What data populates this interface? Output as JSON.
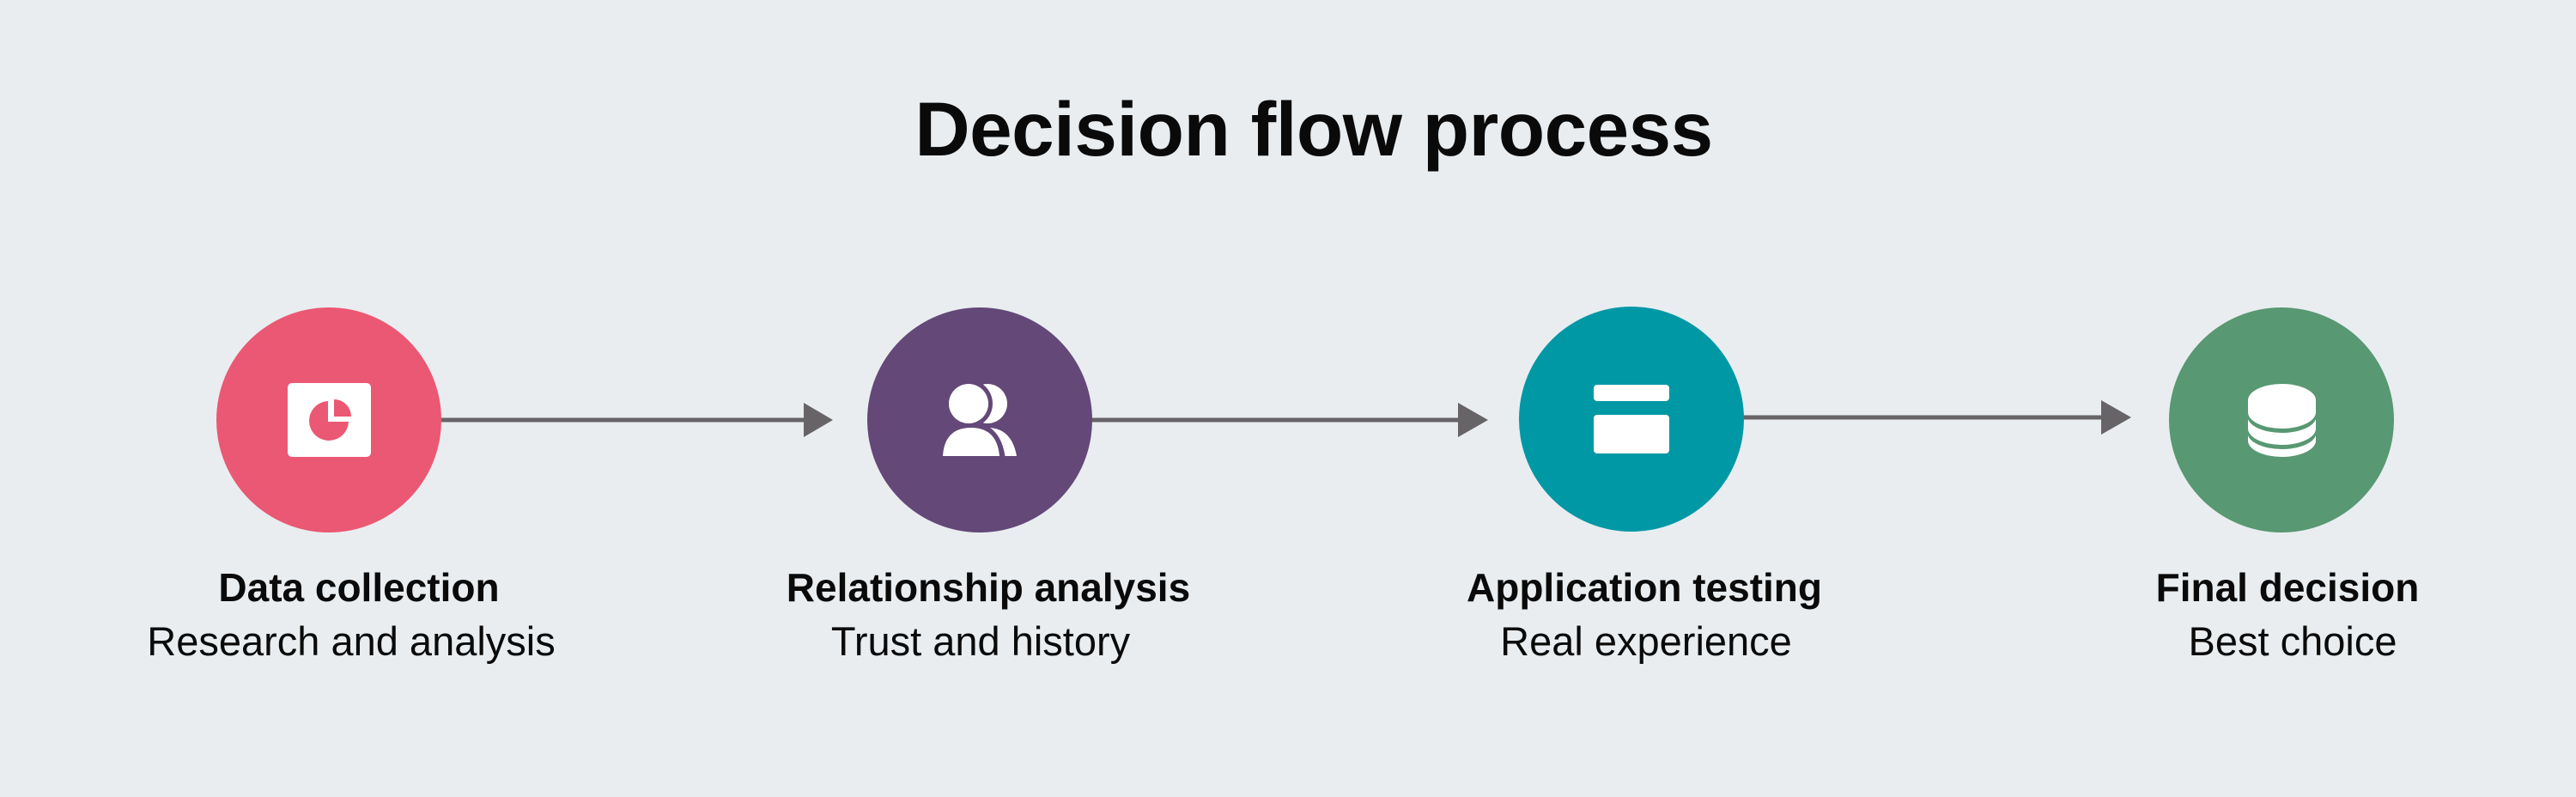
{
  "title": "Decision flow process",
  "colors": {
    "background": "#E9EDF0",
    "arrow": "#666466",
    "icon": "#FFFFFF",
    "text": "#0A0A0A"
  },
  "steps": [
    {
      "title": "Data collection",
      "subtitle": "Research and analysis",
      "icon": "pie-chart-icon",
      "color": "#EB5873"
    },
    {
      "title": "Relationship analysis",
      "subtitle": "Trust and history",
      "icon": "users-icon",
      "color": "#634878"
    },
    {
      "title": "Application testing",
      "subtitle": "Real experience",
      "icon": "credit-card-icon",
      "color": "#0198A6"
    },
    {
      "title": "Final decision",
      "subtitle": "Best choice",
      "icon": "database-icon",
      "color": "#589872"
    }
  ],
  "connections": [
    {
      "from": 0,
      "to": 1
    },
    {
      "from": 1,
      "to": 2
    },
    {
      "from": 2,
      "to": 3
    }
  ]
}
